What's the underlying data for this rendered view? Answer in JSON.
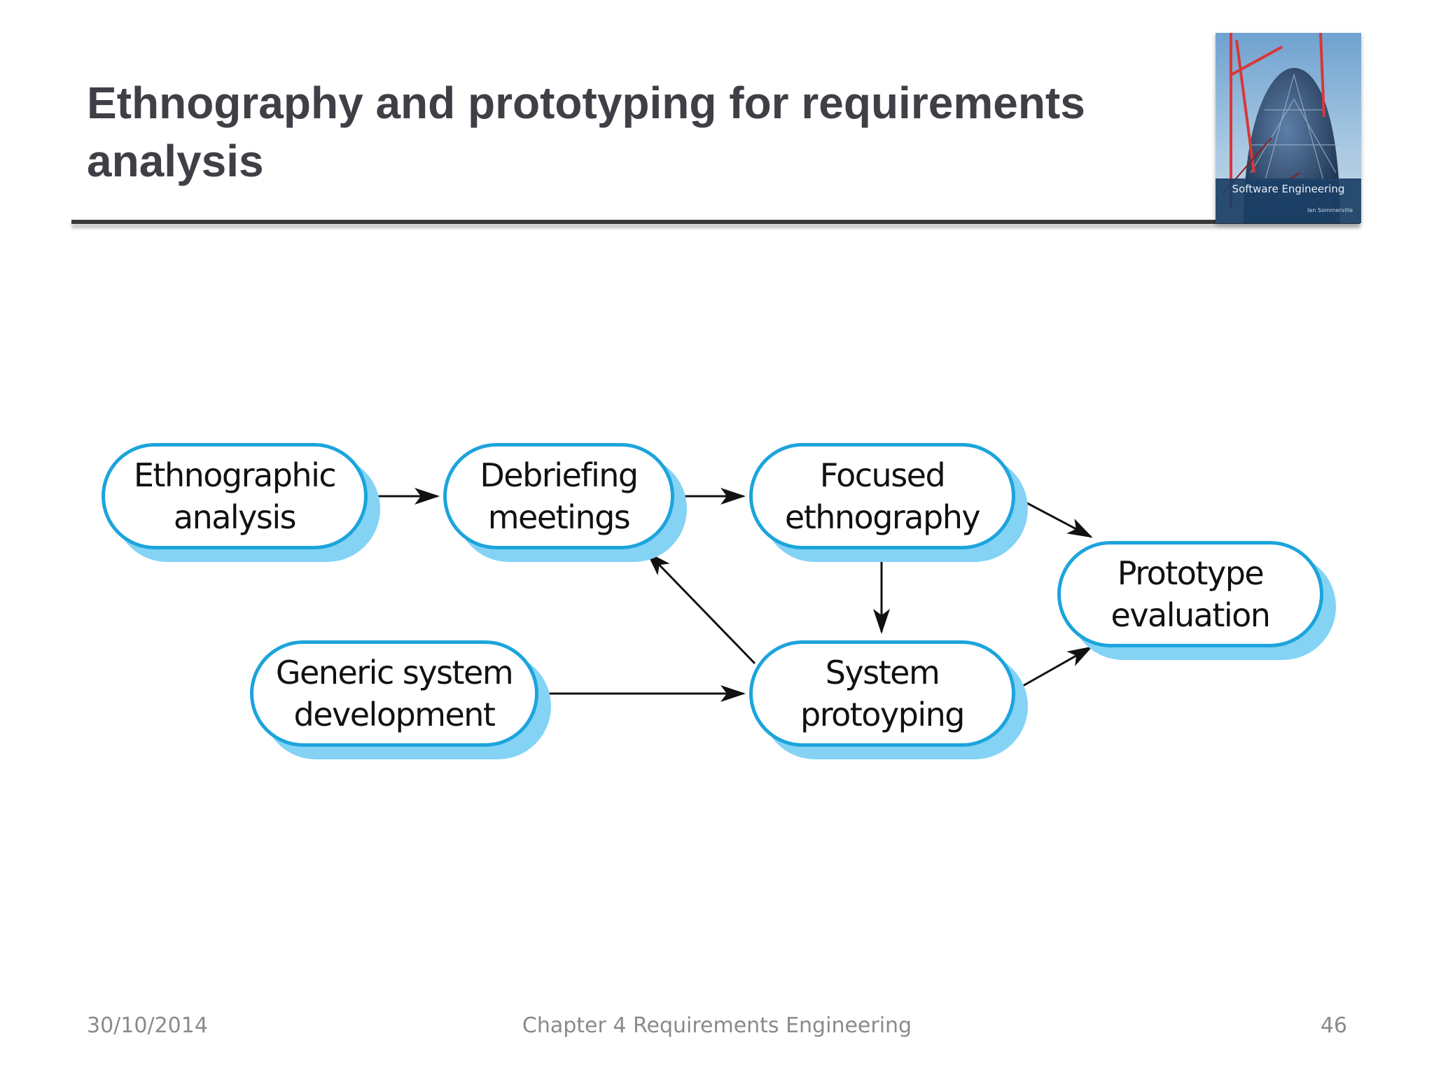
{
  "slide": {
    "title_line1": "Ethnography and prototyping for requirements",
    "title_line2": "analysis"
  },
  "book_cover": {
    "title": "Software Engineering",
    "author": "Ian Sommerville"
  },
  "diagram": {
    "nodes": {
      "ethnographic_analysis": [
        "Ethnographic",
        "analysis"
      ],
      "debriefing_meetings": [
        "Debriefing",
        "meetings"
      ],
      "focused_ethnography": [
        "Focused",
        "ethnography"
      ],
      "prototype_evaluation": [
        "Prototype",
        "evaluation"
      ],
      "generic_system_development": [
        "Generic system",
        "development"
      ],
      "system_protoyping": [
        "System",
        "protoyping"
      ]
    },
    "edges": [
      {
        "from": "Ethnographic analysis",
        "to": "Debriefing meetings"
      },
      {
        "from": "Debriefing meetings",
        "to": "Focused ethnography"
      },
      {
        "from": "Focused ethnography",
        "to": "Prototype evaluation"
      },
      {
        "from": "Focused ethnography",
        "to": "System protoyping"
      },
      {
        "from": "System protoyping",
        "to": "Debriefing meetings"
      },
      {
        "from": "Generic system development",
        "to": "System protoyping"
      },
      {
        "from": "System protoyping",
        "to": "Prototype evaluation"
      }
    ],
    "colors": {
      "node_border": "#1ca4dc",
      "node_shadow": "#84d3f5",
      "arrow": "#111111"
    }
  },
  "footer": {
    "date": "30/10/2014",
    "chapter": "Chapter 4 Requirements Engineering",
    "page_number": "46"
  }
}
